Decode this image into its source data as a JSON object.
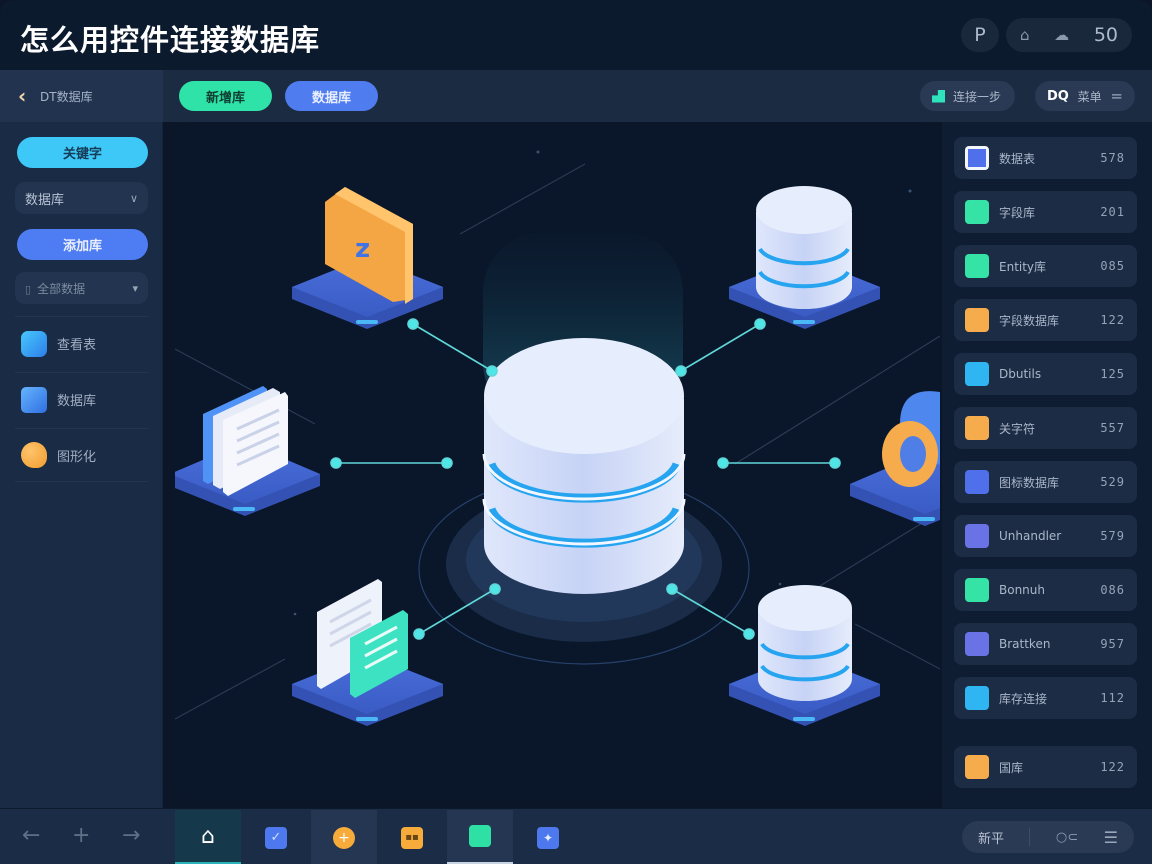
{
  "titlebar": {
    "title": "怎么用控件连接数据库",
    "profile_initial": "P",
    "user_icon_1": "home-icon",
    "user_icon_2": "cloud-icon",
    "user_count": "50"
  },
  "toolbar": {
    "back_icon": "chevron-left-icon",
    "breadcrumb": "DT数据库",
    "primary_button": "新增库",
    "secondary_button": "数据库",
    "tool_pill_1_label": "连接一步",
    "tool_pill_2_logo": "DQ",
    "tool_pill_2_label": "菜单",
    "menu_icon": "equals-icon"
  },
  "sidebar": {
    "top_button": "关键字",
    "select_1": {
      "value": "数据库",
      "icon": "chevron-down-icon"
    },
    "mid_button": "添加库",
    "select_2": {
      "value": "全部数据",
      "icon": "caret-down-icon"
    },
    "items": [
      {
        "label": "查看表",
        "icon": "cube-link-icon",
        "color": "#3fb6fb"
      },
      {
        "label": "数据库",
        "icon": "cube-icon",
        "color": "#4b98f6"
      },
      {
        "label": "图形化",
        "icon": "blob-icon",
        "color": "#f8ad45"
      }
    ]
  },
  "canvas": {
    "center_node": "database-cylinder",
    "nodes": [
      {
        "name": "code-block",
        "icon": "code-block-icon",
        "color": "#f6a94a"
      },
      {
        "name": "database-top-right",
        "icon": "database-icon",
        "color": "#e5ecfb"
      },
      {
        "name": "documents",
        "icon": "documents-icon",
        "color": "#f2f5fc"
      },
      {
        "name": "ring-connector",
        "icon": "ring-icon",
        "color": "#f8b04e"
      },
      {
        "name": "files-bottom-left",
        "icon": "file-stack-icon",
        "color": "#3fe4c4"
      },
      {
        "name": "database-bottom-right",
        "icon": "database-icon",
        "color": "#e5ecfb"
      }
    ],
    "connector_color": "#4ee6e6"
  },
  "right_panel": {
    "items": [
      {
        "label": "数据表",
        "value": "578",
        "icon": "monitor-icon",
        "color": "#4f70ea"
      },
      {
        "label": "字段库",
        "value": "201",
        "icon": "book-icon",
        "color": "#35e3a6"
      },
      {
        "label": "Entity库",
        "value": "085",
        "icon": "grid-icon",
        "color": "#35e3a6"
      },
      {
        "label": "字段数据库",
        "value": "122",
        "icon": "hand-icon",
        "color": "#f6ac4c"
      },
      {
        "label": "Dbutils",
        "value": "125",
        "icon": "laptop-icon",
        "color": "#2fb6f2"
      },
      {
        "label": "关字符",
        "value": "557",
        "icon": "info-icon",
        "color": "#f6ac4c"
      },
      {
        "label": "图标数据库",
        "value": "529",
        "icon": "image-icon",
        "color": "#4f70ea"
      },
      {
        "label": "Unhandler",
        "value": "579",
        "icon": "shield-icon",
        "color": "#6a73e6"
      },
      {
        "label": "Bonnuh",
        "value": "086",
        "icon": "square-icon",
        "color": "#35e3a6"
      },
      {
        "label": "Brattken",
        "value": "957",
        "icon": "door-icon",
        "color": "#6a73e6"
      },
      {
        "label": "库存连接",
        "value": "112",
        "icon": "plus-grid-icon",
        "color": "#2fb6f2"
      },
      {
        "label": "国库",
        "value": "122",
        "icon": "list-icon",
        "color": "#f6ac4c"
      }
    ]
  },
  "bottombar": {
    "nav": [
      {
        "glyph": "←",
        "icon": "arrow-left-icon"
      },
      {
        "glyph": "+",
        "icon": "plus-icon"
      },
      {
        "glyph": "→",
        "icon": "arrow-right-icon"
      }
    ],
    "tabs": [
      {
        "icon": "home-icon",
        "color": "#ffffff",
        "state": "active"
      },
      {
        "icon": "checklist-icon",
        "color": "#4e79ee",
        "state": "normal"
      },
      {
        "icon": "plus-circle-icon",
        "color": "#f6ab3a",
        "state": "shade"
      },
      {
        "icon": "grid-dots-icon",
        "color": "#f6ab3a",
        "state": "normal"
      },
      {
        "icon": "puzzle-icon",
        "color": "#2fe0a4",
        "state": "shade2"
      },
      {
        "icon": "chart-icon",
        "color": "#4e79ee",
        "state": "normal"
      }
    ],
    "right_pill": {
      "label": "新平",
      "toggle_icon": "toggle-icon",
      "menu_icon": "hamburger-icon"
    }
  }
}
